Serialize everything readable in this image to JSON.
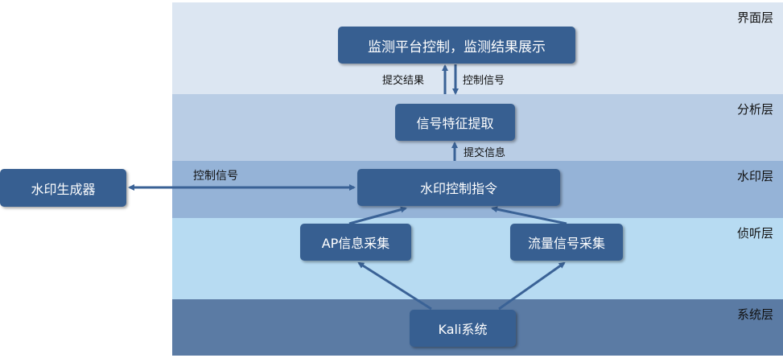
{
  "layers": [
    {
      "label": "界面层"
    },
    {
      "label": "分析层"
    },
    {
      "label": "水印层"
    },
    {
      "label": "侦听层"
    },
    {
      "label": "系统层"
    }
  ],
  "nodes": {
    "ui": "监测平台控制，监测结果展示",
    "feature": "信号特征提取",
    "watermark_cmd": "水印控制指令",
    "watermark_gen": "水印生成器",
    "ap_collect": "AP信息采集",
    "traffic_collect": "流量信号采集",
    "kali": "Kali系统"
  },
  "edge_labels": {
    "submit_result": "提交结果",
    "control_signal_down": "控制信号",
    "submit_info": "提交信息",
    "control_signal_gen": "控制信号"
  },
  "colors": {
    "node": "#375f91",
    "arrow": "#3a6296"
  }
}
